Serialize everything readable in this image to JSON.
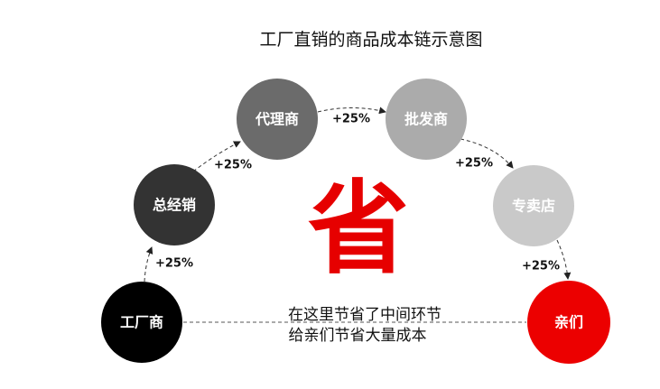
{
  "title": "工厂直销的商品成本链示意图",
  "nodes": [
    {
      "label": "工厂商",
      "color": "#000000"
    },
    {
      "label": "总经销",
      "color": "#333333"
    },
    {
      "label": "代理商",
      "color": "#6b6b6b"
    },
    {
      "label": "批发商",
      "color": "#ababab"
    },
    {
      "label": "专卖店",
      "color": "#c9c9c9"
    },
    {
      "label": "亲们",
      "color": "#ec0000"
    }
  ],
  "markups": [
    "+25%",
    "+25%",
    "+25%",
    "+25%",
    "+25%"
  ],
  "center_char": "省",
  "center_char_color": "#e60000",
  "note": {
    "line1": "在这里节省了中间环节",
    "line2": "给亲们节省大量成本"
  }
}
